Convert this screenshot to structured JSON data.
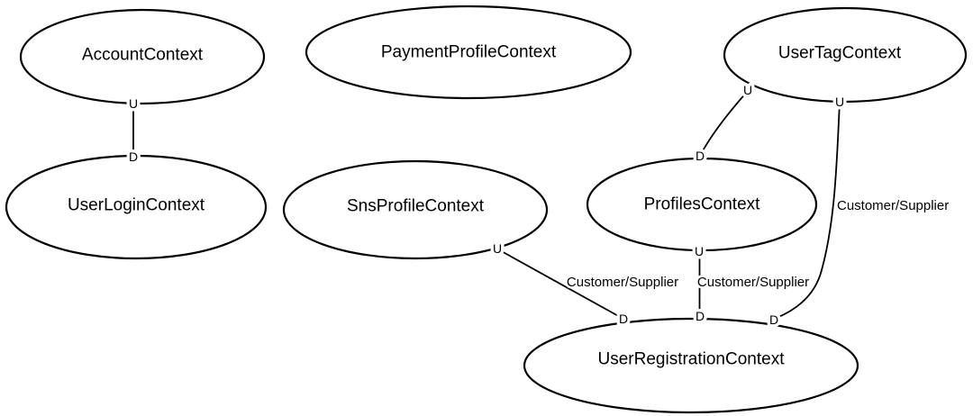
{
  "diagram": {
    "type": "context-map",
    "colors": {
      "stroke": "#000000",
      "text": "#000000",
      "background": "#ffffff"
    },
    "port_legend": {
      "upstream": "U",
      "downstream": "D"
    },
    "nodes": [
      {
        "id": "account-context",
        "label": "AccountContext"
      },
      {
        "id": "payment-profile-context",
        "label": "PaymentProfileContext"
      },
      {
        "id": "user-tag-context",
        "label": "UserTagContext"
      },
      {
        "id": "user-login-context",
        "label": "UserLoginContext"
      },
      {
        "id": "sns-profile-context",
        "label": "SnsProfileContext"
      },
      {
        "id": "profiles-context",
        "label": "ProfilesContext"
      },
      {
        "id": "user-registration-context",
        "label": "UserRegistrationContext"
      }
    ],
    "edges": [
      {
        "from": "AccountContext",
        "from_port": "U",
        "to": "UserLoginContext",
        "to_port": "D"
      },
      {
        "from": "UserTagContext",
        "from_port": "U",
        "to": "ProfilesContext",
        "to_port": "D"
      },
      {
        "from": "UserTagContext",
        "from_port": "U",
        "to": "UserRegistrationContext",
        "to_port": "D",
        "label": "Customer/Supplier"
      },
      {
        "from": "SnsProfileContext",
        "from_port": "U",
        "to": "UserRegistrationContext",
        "to_port": "D",
        "label": "Customer/Supplier"
      },
      {
        "from": "ProfilesContext",
        "from_port": "U",
        "to": "UserRegistrationContext",
        "to_port": "D",
        "label": "Customer/Supplier"
      }
    ]
  }
}
